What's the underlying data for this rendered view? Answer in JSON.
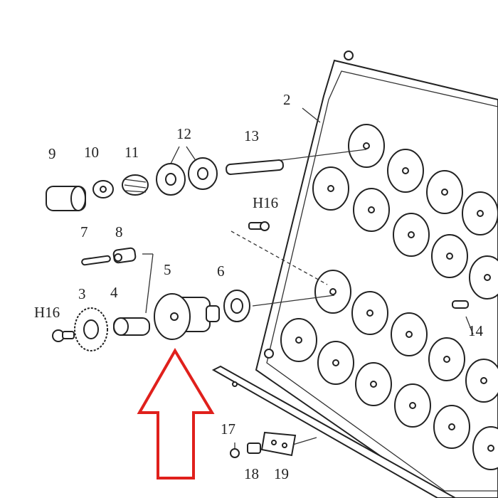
{
  "diagram": {
    "labels": {
      "p2": "2",
      "p3": "3",
      "p4": "4",
      "p5": "5",
      "p6": "6",
      "p7": "7",
      "p8": "8",
      "p9": "9",
      "p10": "10",
      "p11": "11",
      "p12": "12",
      "p13": "13",
      "p14": "14",
      "p17": "17",
      "p18": "18",
      "p19": "19",
      "h16_top": "H16",
      "h16_left": "H16"
    },
    "colors": {
      "arrow": "#e0201c",
      "ink": "#222222"
    }
  }
}
